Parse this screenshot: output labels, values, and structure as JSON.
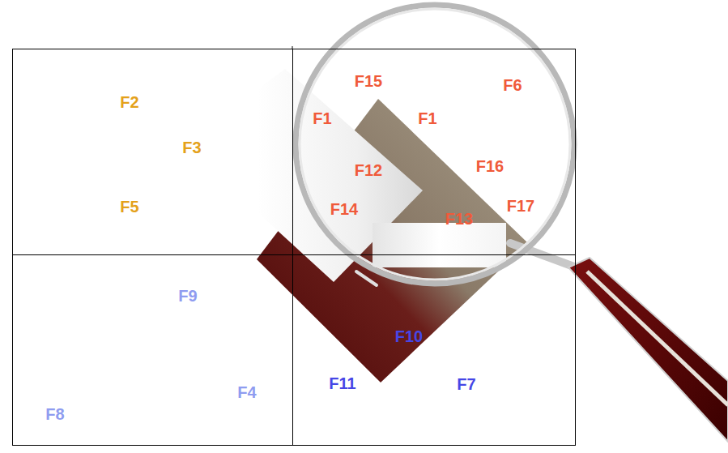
{
  "diagram": {
    "nodes": [
      {
        "text": [
          "F2",
          "F3",
          "F5"
        ]
      },
      {
        "text": [
          "F15",
          "F6",
          "F1",
          "F1",
          "F12",
          "F16",
          "F14",
          "F13",
          "F17"
        ]
      },
      {
        "text": [
          "F9",
          "F4",
          "F8"
        ]
      },
      {
        "text": [
          "F10",
          "F11",
          "F7"
        ]
      }
    ]
  }
}
